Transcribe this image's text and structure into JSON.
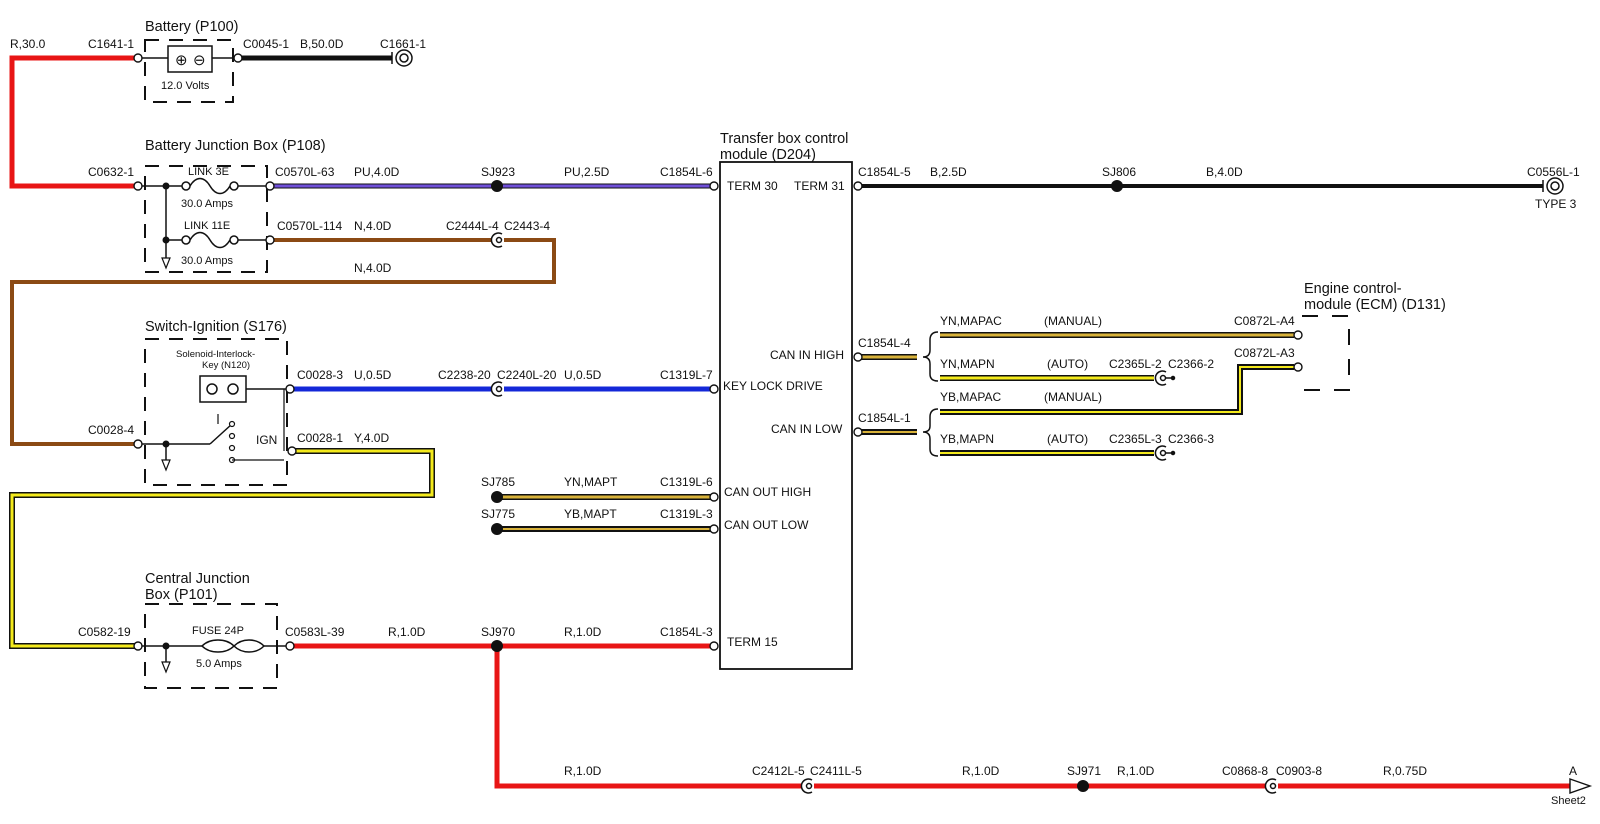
{
  "battery": {
    "title": "Battery (P100)",
    "voltage": "12.0 Volts",
    "pos": "⊕",
    "neg": "⊖"
  },
  "bjb": {
    "title": "Battery Junction Box (P108)",
    "link1": "LINK 3E",
    "amps1": "30.0 Amps",
    "link2": "LINK 11E",
    "amps2": "30.0 Amps"
  },
  "ignition": {
    "title": "Switch-Ignition (S176)",
    "solenoid_line1": "Solenoid-Interlock-",
    "solenoid_line2": "Key (N120)",
    "ign": "IGN"
  },
  "cjb": {
    "title_line1": "Central Junction",
    "title_line2": "Box (P101)",
    "fuse": "FUSE 24P",
    "amps": "5.0 Amps"
  },
  "tcm": {
    "title_line1": "Transfer box control",
    "title_line2": "module (D204)",
    "term30": "TERM 30",
    "term31": "TERM 31",
    "can_in_high": "CAN IN HIGH",
    "key_lock": "KEY LOCK DRIVE",
    "can_in_low": "CAN IN LOW",
    "can_out_high": "CAN OUT HIGH",
    "can_out_low": "CAN OUT LOW",
    "term15": "TERM 15"
  },
  "ecm": {
    "title_line1": "Engine control-",
    "title_line2": "module (ECM) (D131)"
  },
  "labels": {
    "r30": "R,30.0",
    "c1641_1": "C1641-1",
    "c0045_1": "C0045-1",
    "b50": "B,50.0D",
    "c1661_1": "C1661-1",
    "c0632_1": "C0632-1",
    "c0570l_63": "C0570L-63",
    "pu40": "PU,4.0D",
    "sj923": "SJ923",
    "pu25": "PU,2.5D",
    "c1854l_6": "C1854L-6",
    "c1854l_5": "C1854L-5",
    "b25": "B,2.5D",
    "sj806": "SJ806",
    "b40": "B,4.0D",
    "c0556l_1": "C0556L-1",
    "type3": "TYPE 3",
    "c0570l_114": "C0570L-114",
    "n40": "N,4.0D",
    "c2444l_4": "C2444L-4",
    "c2443_4": "C2443-4",
    "n40b": "N,4.0D",
    "c0028_3": "C0028-3",
    "u05": "U,0.5D",
    "c2238_20": "C2238-20",
    "c2240l_20": "C2240L-20",
    "u05b": "U,0.5D",
    "c1319l_7": "C1319L-7",
    "c0028_4": "C0028-4",
    "c0028_1": "C0028-1",
    "y40": "Y,4.0D",
    "sj785": "SJ785",
    "yn_mapt": "YN,MAPT",
    "c1319l_6": "C1319L-6",
    "sj775": "SJ775",
    "yb_mapt": "YB,MAPT",
    "c1319l_3": "C1319L-3",
    "c0582_19": "C0582-19",
    "c0583l_39": "C0583L-39",
    "r10a": "R,1.0D",
    "sj970": "SJ970",
    "r10b": "R,1.0D",
    "c1854l_3": "C1854L-3",
    "r10c": "R,1.0D",
    "c2412l_5": "C2412L-5",
    "c2411l_5": "C2411L-5",
    "r10d": "R,1.0D",
    "sj971": "SJ971",
    "r10e": "R,1.0D",
    "c0868_8": "C0868-8",
    "c0903_8": "C0903-8",
    "r075": "R,0.75D",
    "arrow_a": "A",
    "sheet2": "Sheet2",
    "c1854l_4": "C1854L-4",
    "c1854l_1": "C1854L-1",
    "yn_mapac": "YN,MAPAC",
    "manual1": "(MANUAL)",
    "c0872l_a4": "C0872L-A4",
    "yn_mapn": "YN,MAPN",
    "auto1": "(AUTO)",
    "c2365l_2": "C2365L-2",
    "c2366_2": "C2366-2",
    "yb_mapac": "YB,MAPAC",
    "manual2": "(MANUAL)",
    "c0872l_a3": "C0872L-A3",
    "yb_mapn": "YB,MAPN",
    "auto2": "(AUTO)",
    "c2365l_3": "C2365L-3",
    "c2366_3": "C2366-3"
  },
  "colors": {
    "red": "#e81515",
    "black": "#111111",
    "purple": "#6f4fd8",
    "brown": "#8b4a14",
    "blue": "#1428d8",
    "yellow": "#f4ea1c",
    "ochre": "#d8b23a"
  }
}
